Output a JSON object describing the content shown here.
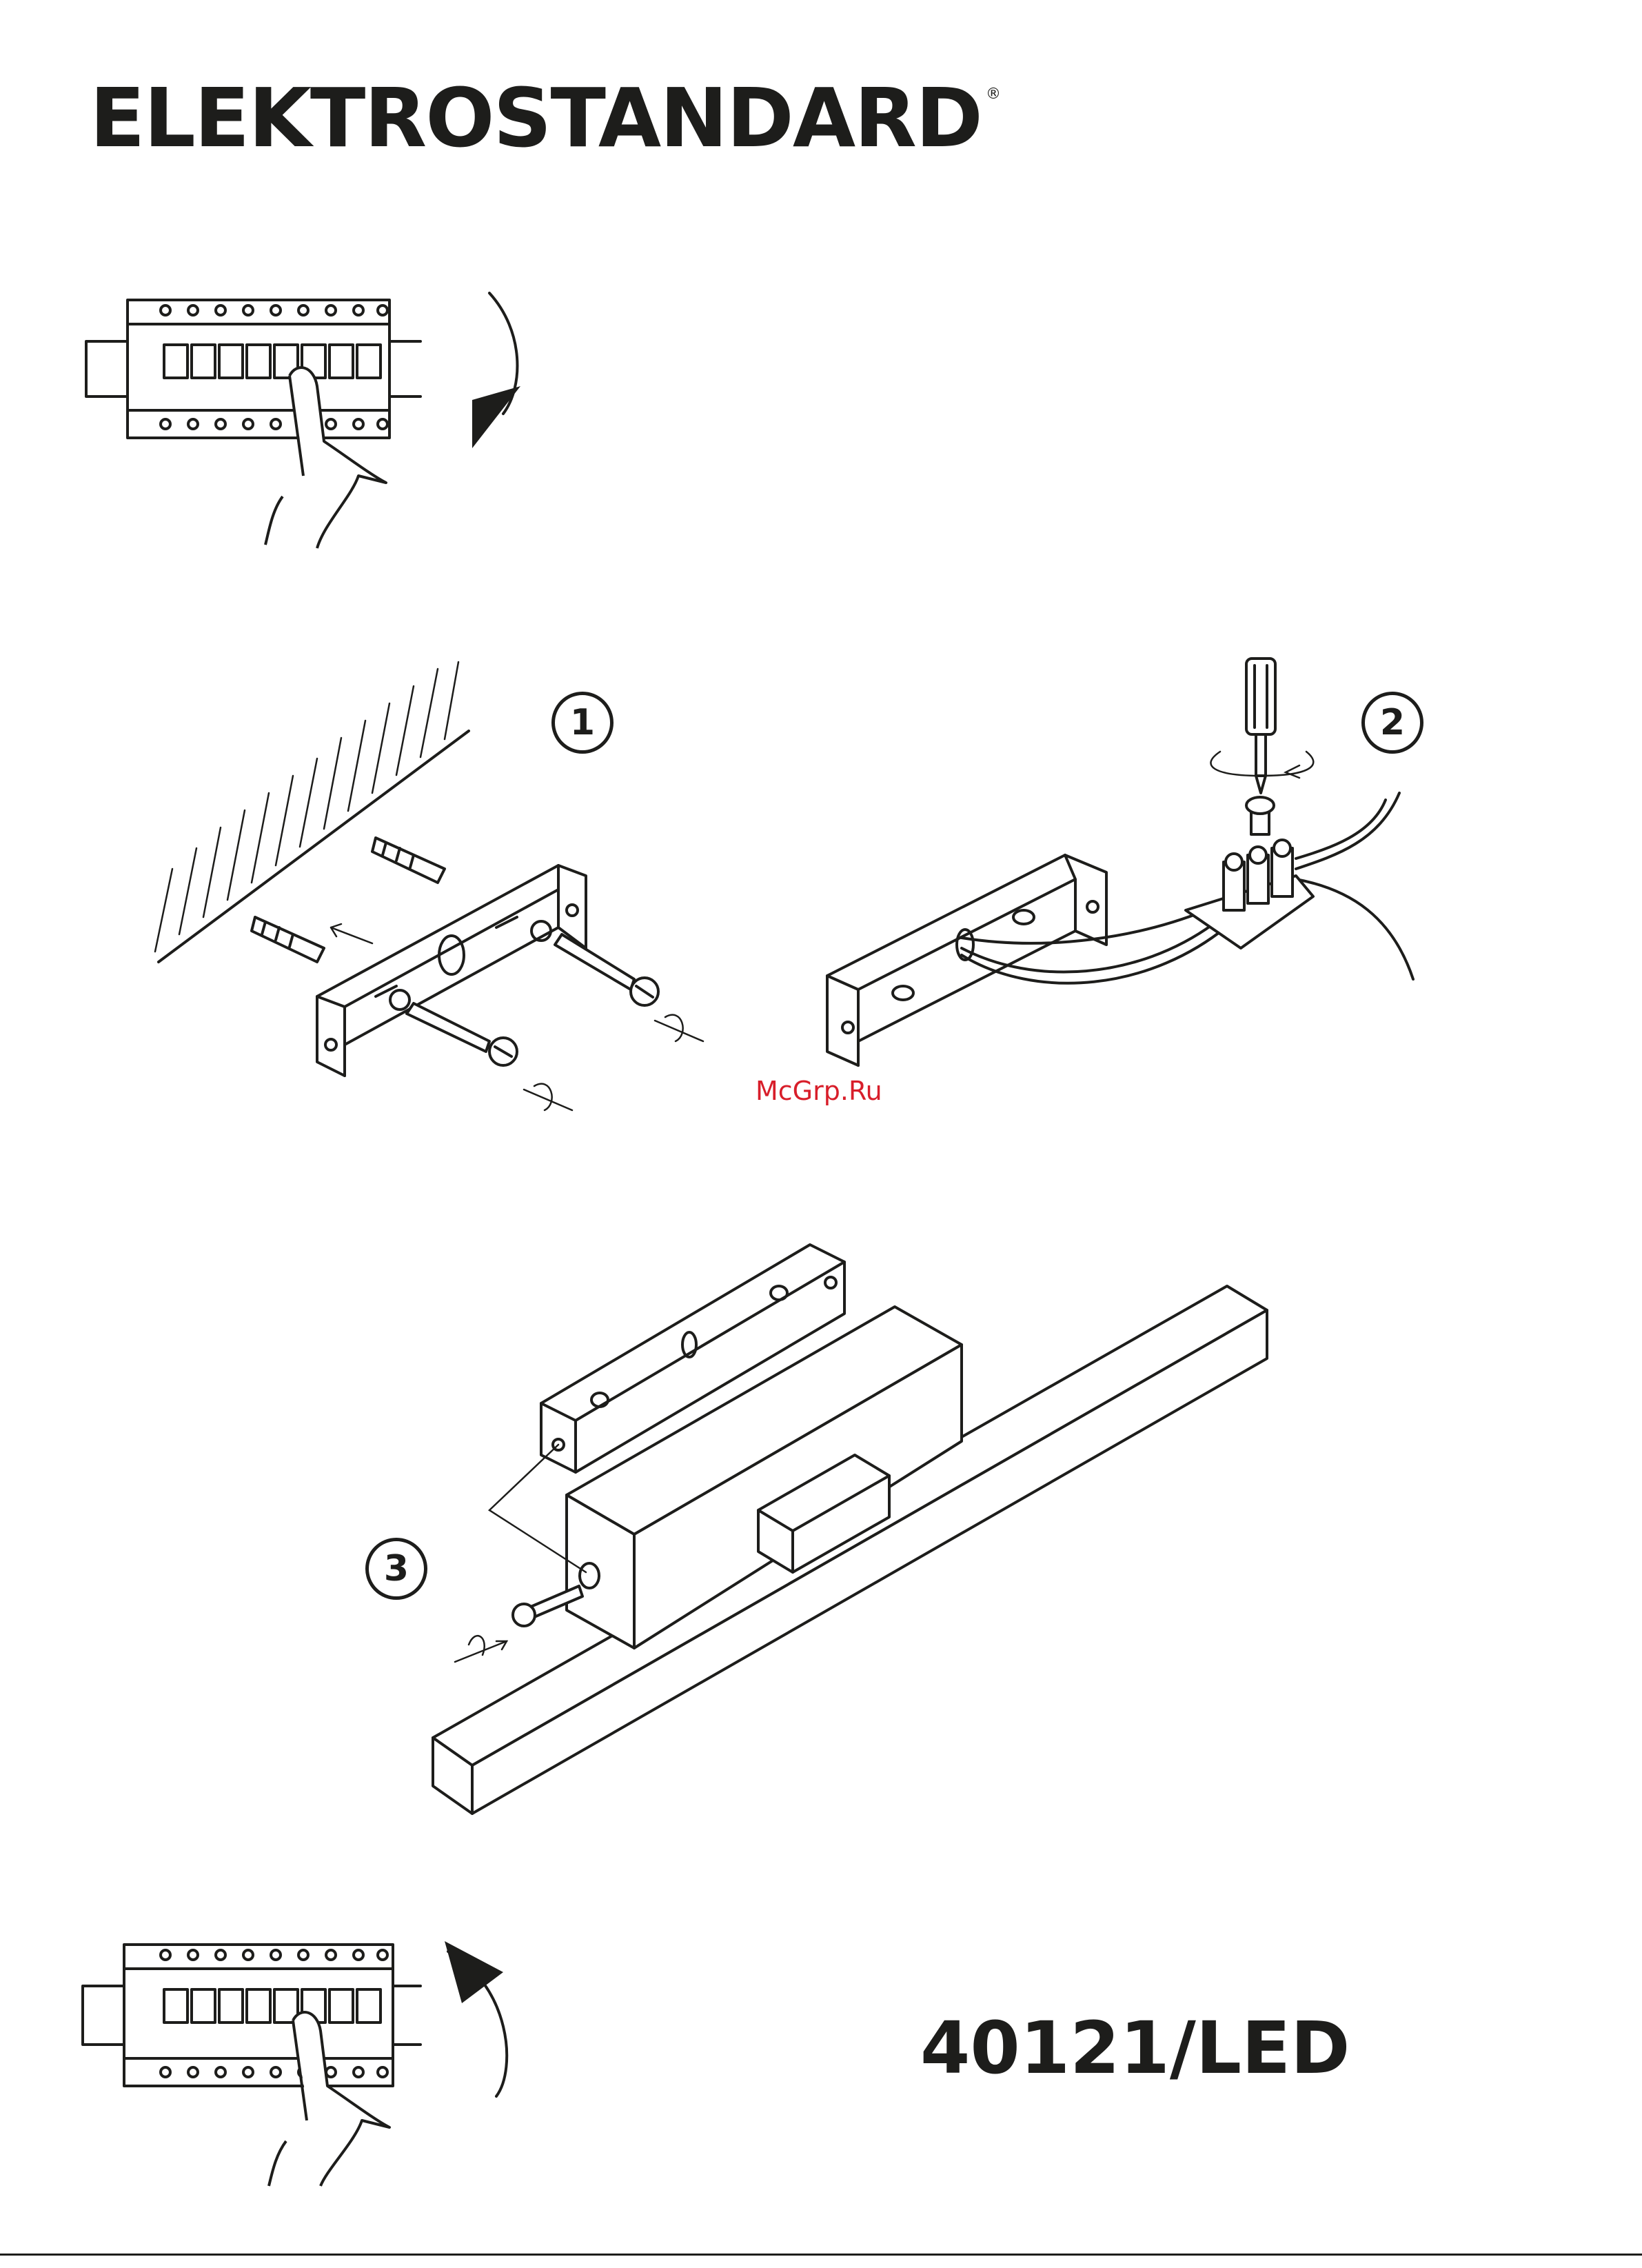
{
  "brand": {
    "name": "ELEKTROSTANDARD",
    "registered_mark": "®"
  },
  "watermark": "McGrp.Ru",
  "steps": [
    {
      "number": "1"
    },
    {
      "number": "2"
    },
    {
      "number": "3"
    }
  ],
  "model_number": "40121/LED",
  "colors": {
    "ink": "#1d1d1b",
    "watermark": "#d81e2a",
    "background": "#ffffff"
  },
  "icons": [
    "breaker-panel-off-icon",
    "breaker-panel-on-icon",
    "rotate-arrow-icon",
    "screwdriver-icon"
  ]
}
